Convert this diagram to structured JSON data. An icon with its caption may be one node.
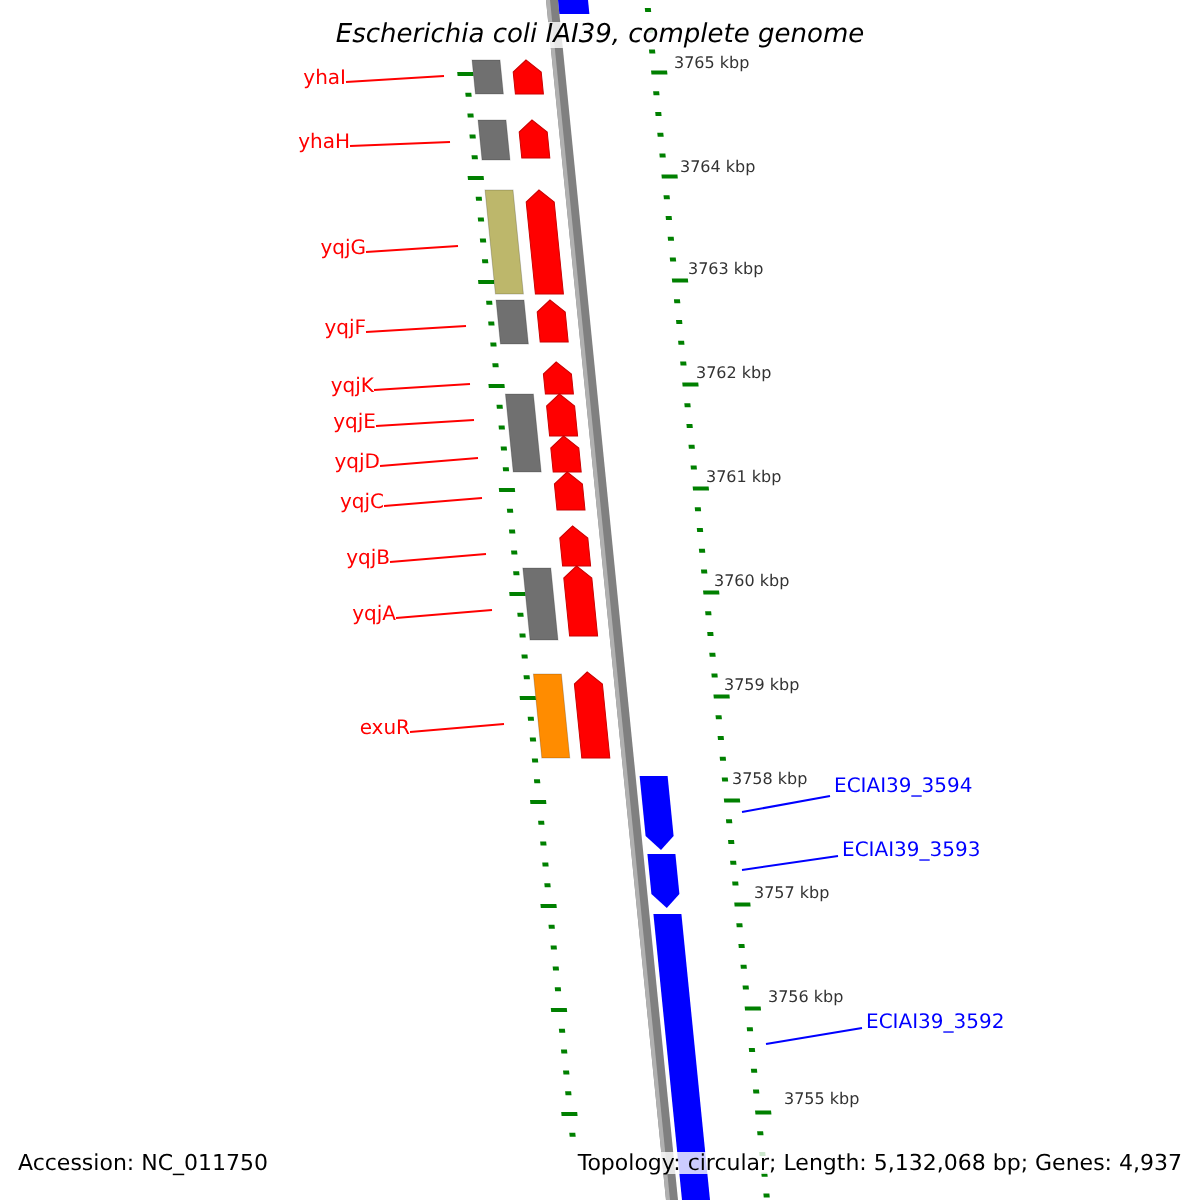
{
  "diagram": {
    "title": "Escherichia coli IAI39, complete genome",
    "nodes": [
      {
        "text": [
          "yhaI"
        ]
      },
      {
        "text": [
          "yhaH"
        ]
      },
      {
        "text": [
          "yqjG"
        ]
      },
      {
        "text": [
          "yqjF"
        ]
      },
      {
        "text": [
          "yqjK"
        ]
      },
      {
        "text": [
          "yqjE"
        ]
      },
      {
        "text": [
          "yqjD"
        ]
      },
      {
        "text": [
          "yqjC"
        ]
      },
      {
        "text": [
          "yqjB"
        ]
      },
      {
        "text": [
          "yqjA"
        ]
      },
      {
        "text": [
          "exuR"
        ]
      },
      {
        "text": [
          "ECIAI39_3594"
        ]
      },
      {
        "text": [
          "ECIAI39_3593"
        ]
      },
      {
        "text": [
          "ECIAI39_3592"
        ]
      }
    ],
    "edges": [
      {
        "from": 0,
        "to": null,
        "arrow": "none"
      },
      {
        "from": 1,
        "to": null,
        "arrow": "none"
      },
      {
        "from": 2,
        "to": null,
        "arrow": "none"
      },
      {
        "from": 3,
        "to": null,
        "arrow": "none"
      },
      {
        "from": 4,
        "to": null,
        "arrow": "none"
      },
      {
        "from": 5,
        "to": null,
        "arrow": "none"
      },
      {
        "from": 6,
        "to": null,
        "arrow": "none"
      },
      {
        "from": 7,
        "to": null,
        "arrow": "none"
      },
      {
        "from": 8,
        "to": null,
        "arrow": "none"
      },
      {
        "from": 9,
        "to": null,
        "arrow": "none"
      },
      {
        "from": 10,
        "to": null,
        "arrow": "none"
      },
      {
        "from": 11,
        "to": null,
        "arrow": "none",
        "color": "#0000ff"
      },
      {
        "from": 12,
        "to": null,
        "arrow": "none",
        "color": "#0000ff"
      },
      {
        "from": 13,
        "to": null,
        "arrow": "none",
        "color": "#0000ff"
      }
    ],
    "labels": [
      "3765 kbp",
      "3764 kbp",
      "3763 kbp",
      "3762 kbp",
      "3761 kbp",
      "3760 kbp",
      "3759 kbp",
      "3758 kbp",
      "3757 kbp",
      "3756 kbp",
      "3755 kbp",
      "Accession: NC_011750",
      "Topology: circular; Length: 5,132,068 bp; Genes: 4,937"
    ]
  }
}
